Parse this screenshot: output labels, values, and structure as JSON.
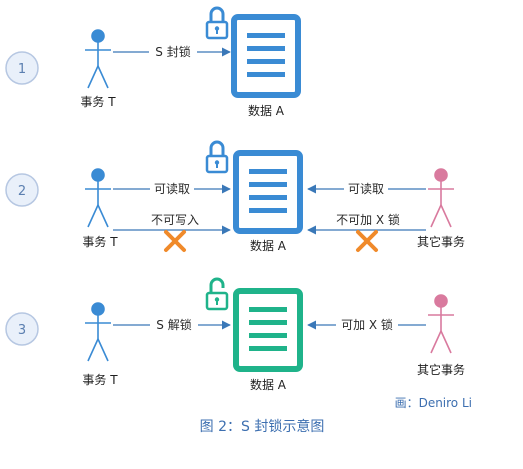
{
  "colors": {
    "blue": "#3a8bd4",
    "teal": "#1fb38a",
    "pink": "#d97a9e",
    "cross": "#f08a2a",
    "line": "#3a78b8",
    "circle_fill": "#e9f0fa",
    "circle_stroke": "#b6c7e2"
  },
  "steps": [
    {
      "number": "1",
      "actor_left": "事务 T",
      "document": "数据 A",
      "lock": "locked",
      "arrow_left_top": "S 封锁"
    },
    {
      "number": "2",
      "actor_left": "事务 T",
      "actor_right": "其它事务",
      "document": "数据 A",
      "lock": "locked",
      "arrow_left_top": "可读取",
      "arrow_left_bottom": "不可写入",
      "arrow_right_top": "可读取",
      "arrow_right_bottom": "不可加 X 锁"
    },
    {
      "number": "3",
      "actor_left": "事务 T",
      "actor_right": "其它事务",
      "document": "数据 A",
      "lock": "unlocked",
      "arrow_left_top": "S 解锁",
      "arrow_right_top": "可加 X 锁"
    }
  ],
  "credit": "画：Deniro Li",
  "caption": "图 2：S 封锁示意图"
}
